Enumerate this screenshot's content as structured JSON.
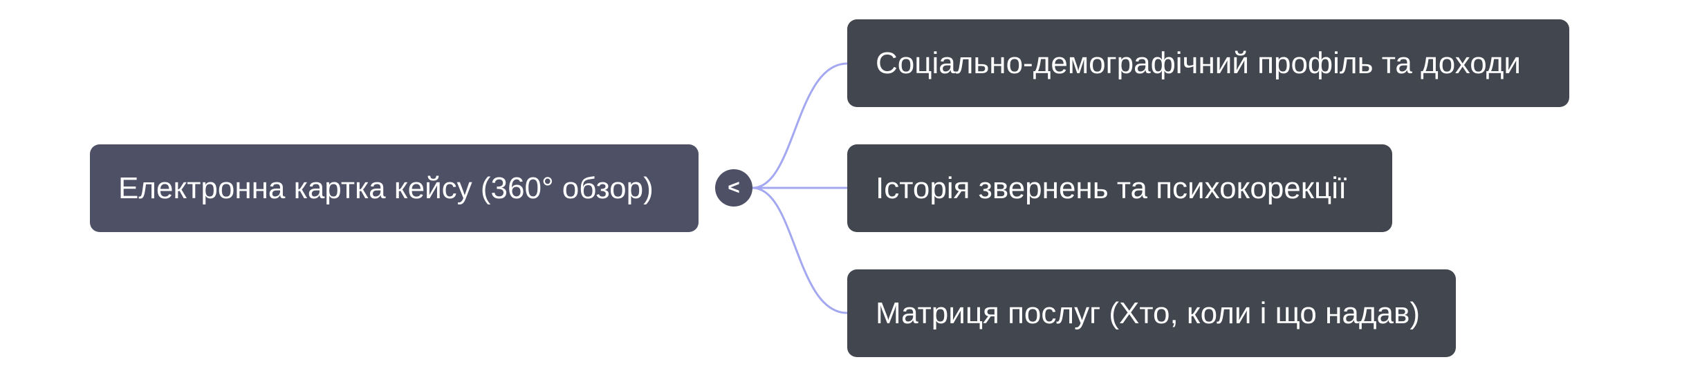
{
  "mindmap": {
    "root": {
      "label": "Електронна картка кейсу (360° обзор)"
    },
    "toggle": {
      "symbol": "<",
      "icon": "collapse-chevron-left-icon"
    },
    "children": [
      {
        "label": "Соціально-демографічний профіль та доходи"
      },
      {
        "label": "Історія звернень та психокорекції"
      },
      {
        "label": "Матриця послуг (Хто, коли і що надав)"
      }
    ]
  },
  "colors": {
    "background": "#ffffff",
    "root_fill": "#4e5066",
    "child_fill": "#41464f",
    "connector": "#a3a8f0",
    "text": "#ffffff"
  }
}
